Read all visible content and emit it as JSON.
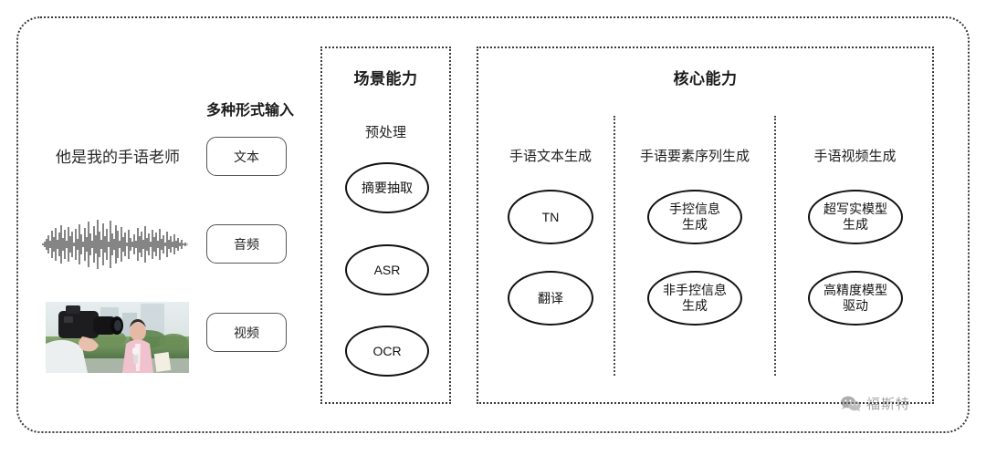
{
  "diagram": {
    "left_panel": {
      "heading": "多种形式输入",
      "sample_text": "他是我的手语老师",
      "waveform_label": "audio-waveform",
      "thumbnail_label": "video-thumbnail",
      "buttons": [
        {
          "label": "文本"
        },
        {
          "label": "音频"
        },
        {
          "label": "视频"
        }
      ]
    },
    "scene_panel": {
      "title": "场景能力",
      "subtitle": "预处理",
      "nodes": [
        {
          "label": "摘要抽取"
        },
        {
          "label": "ASR"
        },
        {
          "label": "OCR"
        }
      ]
    },
    "core_panel": {
      "title": "核心能力",
      "columns": [
        {
          "title": "手语文本生成",
          "nodes": [
            {
              "label": "TN"
            },
            {
              "label": "翻译"
            }
          ]
        },
        {
          "title": "手语要素序列生成",
          "nodes": [
            {
              "label": "手控信息\n生成"
            },
            {
              "label": "非手控信息\n生成"
            }
          ]
        },
        {
          "title": "手语视频生成",
          "nodes": [
            {
              "label": "超写实模型\n生成"
            },
            {
              "label": "高精度模型\n驱动"
            }
          ]
        }
      ]
    },
    "watermark": {
      "icon": "wechat-icon",
      "text": "福斯特"
    },
    "colors": {
      "border": "#3a3a3a",
      "node_stroke": "#111111",
      "text": "#1f1f1f",
      "background": "#ffffff"
    }
  }
}
